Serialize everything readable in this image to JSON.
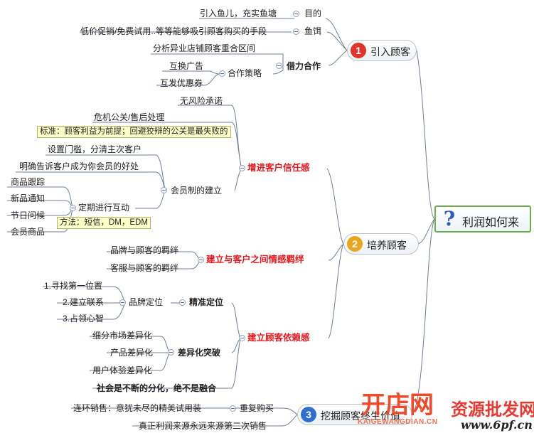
{
  "root": {
    "label": "利润如何来",
    "icon": "question-mark-icon"
  },
  "branch1": {
    "number": "1",
    "label": "引入顾客",
    "number_color": "#e2342b",
    "items": [
      {
        "label": "引入鱼儿，充实鱼塘",
        "tag": "目的"
      },
      {
        "label": "低价促销/免费试用..等等能够吸引顾客购买的手段",
        "tag": "鱼饵"
      }
    ],
    "jiekuo": {
      "label": "借力合作",
      "info": "分析异业店铺顾客重合区间",
      "strategy": {
        "label": "合作策略",
        "items": [
          "互换广告",
          "互发优惠券"
        ]
      }
    }
  },
  "branch2": {
    "number": "2",
    "label": "培养顾客",
    "number_color": "#e8a71e",
    "trust": {
      "label": "增进客户信任感",
      "items": [
        "无风险承诺",
        "危机公关/售后处理"
      ],
      "note": "标准：顾客利益为前提；回避狡辩的公关是最失败的",
      "membership": {
        "label": "会员制的建立",
        "items": [
          "设置门槛，分清主次客户",
          "明确告诉客户成为你会员的好处"
        ],
        "interaction": {
          "label": "定期进行互动",
          "items": [
            "商品跟踪",
            "新品通知",
            "节日问候",
            "会员商品"
          ],
          "note": "方法：短信，DM，EDM"
        }
      }
    },
    "emotion": {
      "label": "建立与客户之间情感羁绊",
      "items": [
        "品牌与顾客的羁绊",
        "客服与顾客的羁绊"
      ]
    },
    "reliance": {
      "label": "建立顾客依赖感",
      "precise": {
        "label": "精准定位",
        "sub": "品牌定位",
        "items": [
          "1.寻找第一位置",
          "2.建立联系",
          "3.占领心智"
        ]
      },
      "diff": {
        "label": "差异化突破",
        "items": [
          "细分市场差异化",
          "产品差异化",
          "用户体验差异化"
        ]
      },
      "slogan": "社会是不断的分化，绝不是融合"
    }
  },
  "branch3": {
    "number": "3",
    "label": "挖掘顾客终生价值",
    "number_color": "#2e6fd0",
    "repeat": {
      "label": "重复购买",
      "item": "连环销售：意犹未尽的精美试用装"
    },
    "source": "真正利润来源永远来源第二次销售"
  },
  "watermark": {
    "logo_text": "开店网",
    "logo_sub": "KAIGEWANGDIAN.CN",
    "stamp_text": "资源批发网",
    "site": "www.6pf.cn"
  },
  "colors": {
    "link": "#6f7f96",
    "accent_red": "#e8161b",
    "root_border": "#6ab04c",
    "note_bg": "#ffffc8"
  }
}
